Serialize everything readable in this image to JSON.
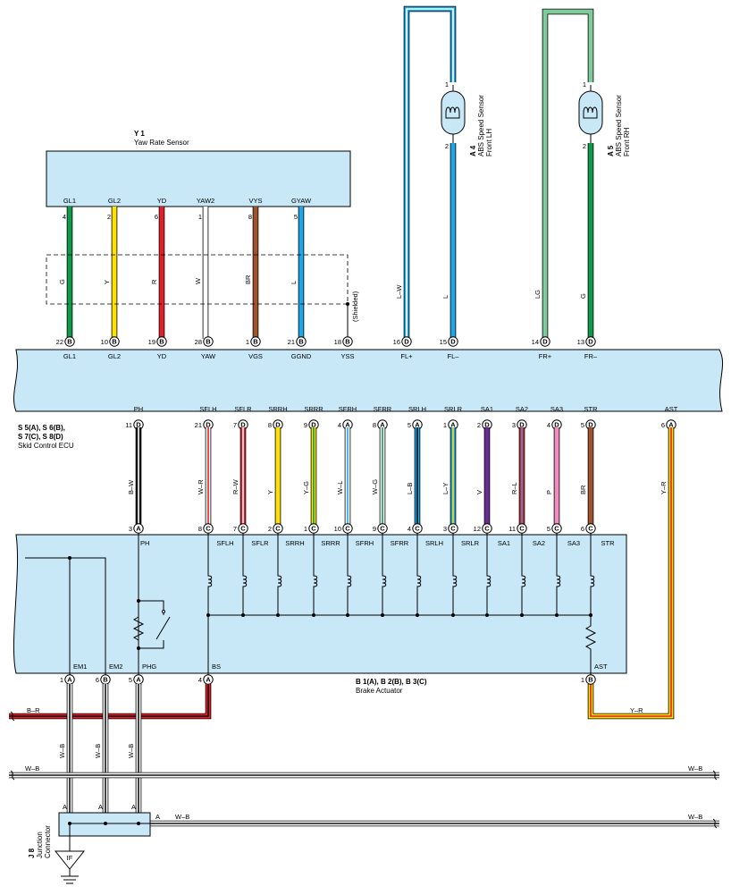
{
  "yaw_sensor": {
    "code": "Y 1",
    "name": "Yaw Rate Sensor",
    "pins": [
      {
        "label": "GL1",
        "num": "4",
        "wire": "G",
        "color": "#0f9a4a",
        "stripe": null
      },
      {
        "label": "GL2",
        "num": "2",
        "wire": "Y",
        "color": "#ffe000",
        "stripe": null
      },
      {
        "label": "YD",
        "num": "6",
        "wire": "R",
        "color": "#e3202a",
        "stripe": null
      },
      {
        "label": "YAW2",
        "num": "1",
        "wire": "W",
        "color": "#ffffff",
        "stripe": null
      },
      {
        "label": "VYS",
        "num": "8",
        "wire": "BR",
        "color": "#a0522d",
        "stripe": null
      },
      {
        "label": "GYAW",
        "num": "5",
        "wire": "L",
        "color": "#1ea6e6",
        "stripe": null
      }
    ],
    "shield_label": "(Shielded)"
  },
  "speed_sensors": [
    {
      "code": "A 4",
      "name1": "ABS Speed Sensor",
      "name2": "Front LH",
      "pin_top": "1",
      "pin_bottom": "2",
      "wire_left": "L–W",
      "wire_right": "L",
      "color_left": "#1ea6e6",
      "color_right": "#1ea6e6"
    },
    {
      "code": "A 5",
      "name1": "ABS Speed Sensor",
      "name2": "Front RH",
      "pin_top": "1",
      "pin_bottom": "2",
      "wire_left": "LG",
      "wire_right": "G",
      "color_left": "#7fcb9b",
      "color_right": "#0f9a4a"
    }
  ],
  "ecu": {
    "code_line1": "S 5(A), S 6(B),",
    "code_line2": "S 7(C), S 8(D)",
    "name": "Skid Control ECU",
    "top_pins": [
      {
        "num": "22",
        "conn": "B",
        "label": "GL1"
      },
      {
        "num": "10",
        "conn": "B",
        "label": "GL2"
      },
      {
        "num": "19",
        "conn": "B",
        "label": "YD"
      },
      {
        "num": "28",
        "conn": "B",
        "label": "YAW"
      },
      {
        "num": "1",
        "conn": "B",
        "label": "VGS"
      },
      {
        "num": "21",
        "conn": "B",
        "label": "GGND"
      },
      {
        "num": "18",
        "conn": "B",
        "label": "YSS"
      },
      {
        "num": "16",
        "conn": "D",
        "label": "FL+"
      },
      {
        "num": "15",
        "conn": "D",
        "label": "FL–"
      },
      {
        "num": "14",
        "conn": "D",
        "label": "FR+"
      },
      {
        "num": "13",
        "conn": "D",
        "label": "FR–"
      }
    ],
    "bottom_pins": [
      {
        "num": "11",
        "conn": "D",
        "label": "PH"
      },
      {
        "num": "21",
        "conn": "D",
        "label": "SFLH"
      },
      {
        "num": "7",
        "conn": "D",
        "label": "SFLR"
      },
      {
        "num": "8",
        "conn": "D",
        "label": "SRRH"
      },
      {
        "num": "9",
        "conn": "D",
        "label": "SRRR"
      },
      {
        "num": "4",
        "conn": "A",
        "label": "SFRH"
      },
      {
        "num": "8",
        "conn": "A",
        "label": "SFRR"
      },
      {
        "num": "5",
        "conn": "A",
        "label": "SRLH"
      },
      {
        "num": "1",
        "conn": "A",
        "label": "SRLR"
      },
      {
        "num": "2",
        "conn": "D",
        "label": "SA1"
      },
      {
        "num": "3",
        "conn": "D",
        "label": "SA2"
      },
      {
        "num": "4",
        "conn": "D",
        "label": "SA3"
      },
      {
        "num": "5",
        "conn": "D",
        "label": "STR"
      },
      {
        "num": "6",
        "conn": "A",
        "label": "AST"
      }
    ]
  },
  "mid_wires": [
    {
      "label": "B–W",
      "color": "#111111",
      "stripe": "#ffffff"
    },
    {
      "label": "W–R",
      "color": "#ffffff",
      "stripe": "#e3202a"
    },
    {
      "label": "R–W",
      "color": "#e3202a",
      "stripe": "#ffffff"
    },
    {
      "label": "Y",
      "color": "#ffe000",
      "stripe": null
    },
    {
      "label": "Y–G",
      "color": "#ffe000",
      "stripe": "#0f9a4a"
    },
    {
      "label": "W–L",
      "color": "#ffffff",
      "stripe": "#1ea6e6"
    },
    {
      "label": "W–G",
      "color": "#ffffff",
      "stripe": "#0f9a4a"
    },
    {
      "label": "L–B",
      "color": "#1ea6e6",
      "stripe": "#111111"
    },
    {
      "label": "L–Y",
      "color": "#1ea6e6",
      "stripe": "#ffe000"
    },
    {
      "label": "V",
      "color": "#6a2c91",
      "stripe": null
    },
    {
      "label": "R–L",
      "color": "#e3202a",
      "stripe": "#1ea6e6"
    },
    {
      "label": "P",
      "color": "#f08cc0",
      "stripe": null
    },
    {
      "label": "BR",
      "color": "#a0522d",
      "stripe": null
    },
    {
      "label": "Y–R",
      "color": "#ffe000",
      "stripe": "#e3202a"
    }
  ],
  "actuator": {
    "code": "B 1(A), B 2(B), B 3(C)",
    "name": "Brake Actuator",
    "top_pins": [
      {
        "num": "3",
        "conn": "A",
        "label": "PH"
      },
      {
        "num": "8",
        "conn": "C",
        "label": "SFLH"
      },
      {
        "num": "7",
        "conn": "C",
        "label": "SFLR"
      },
      {
        "num": "2",
        "conn": "C",
        "label": "SRRH"
      },
      {
        "num": "1",
        "conn": "C",
        "label": "SRRR"
      },
      {
        "num": "10",
        "conn": "C",
        "label": "SFRH"
      },
      {
        "num": "9",
        "conn": "C",
        "label": "SFRR"
      },
      {
        "num": "4",
        "conn": "C",
        "label": "SRLH"
      },
      {
        "num": "3",
        "conn": "C",
        "label": "SRLR"
      },
      {
        "num": "12",
        "conn": "C",
        "label": "SA1"
      },
      {
        "num": "11",
        "conn": "C",
        "label": "SA2"
      },
      {
        "num": "5",
        "conn": "C",
        "label": "SA3"
      },
      {
        "num": "6",
        "conn": "C",
        "label": "STR"
      }
    ],
    "bottom_pins": [
      {
        "num": "1",
        "conn": "A",
        "label": "EM1"
      },
      {
        "num": "6",
        "conn": "B",
        "label": "EM2"
      },
      {
        "num": "5",
        "conn": "A",
        "label": "PHG"
      },
      {
        "num": "4",
        "conn": "A",
        "label": "BS"
      },
      {
        "num": "1",
        "conn": "B",
        "label": "AST"
      }
    ]
  },
  "lower_wires": {
    "br": "B–R",
    "ground_wires": [
      "W–B",
      "W–B",
      "W–B"
    ],
    "yr": "Y–R",
    "wb_left": "W–B",
    "wb_right": "W–B",
    "wb2_mid": "W–B",
    "wb2_right": "W–B"
  },
  "junction": {
    "code": "J 8",
    "name1": "Junction",
    "name2": "Connector",
    "pin": "A",
    "ground": "IF"
  },
  "colors": {
    "box": "#c8e8f8"
  }
}
